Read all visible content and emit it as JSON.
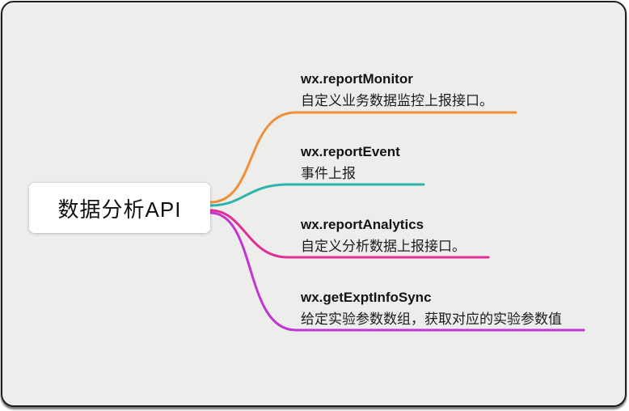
{
  "root": {
    "label": "数据分析API"
  },
  "branches": [
    {
      "title": "wx.reportMonitor",
      "desc": "自定义业务数据监控上报接口。",
      "color": "#f08f3a"
    },
    {
      "title": "wx.reportEvent",
      "desc": "事件上报",
      "color": "#2cb4aa"
    },
    {
      "title": "wx.reportAnalytics",
      "desc": "自定义分析数据上报接口。",
      "color": "#e02f96"
    },
    {
      "title": "wx.getExptInfoSync",
      "desc": "给定实验参数数组，获取对应的实验参数值",
      "color": "#c136d2"
    }
  ]
}
